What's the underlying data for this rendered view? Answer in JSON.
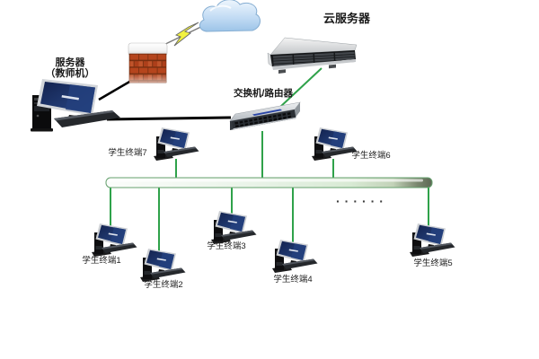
{
  "diagram": {
    "cloud_server": {
      "label": "云服务器"
    },
    "teacher_server": {
      "label_line1": "服务器",
      "label_line2": "（教师机）"
    },
    "switch_router": {
      "label": "交换机/路由器"
    },
    "students": [
      {
        "label": "学生终端1"
      },
      {
        "label": "学生终端2"
      },
      {
        "label": "学生终端3"
      },
      {
        "label": "学生终端4"
      },
      {
        "label": "学生终端5"
      },
      {
        "label": "学生终端6"
      },
      {
        "label": "学生终端7"
      }
    ],
    "ellipsis": "······",
    "colors": {
      "link_green": "#2fa24a",
      "link_black": "#000000",
      "bus_fill_light": "#e9f3e8",
      "bus_fill_dark": "#5c6854",
      "bus_border": "#66a06e",
      "screen_navy": "#172a5e",
      "brick_red": "#b5451d",
      "mortar_brown": "#772f10",
      "lightning_yellow": "#f2f240",
      "cloud_blue": "#9cc4e8"
    }
  }
}
